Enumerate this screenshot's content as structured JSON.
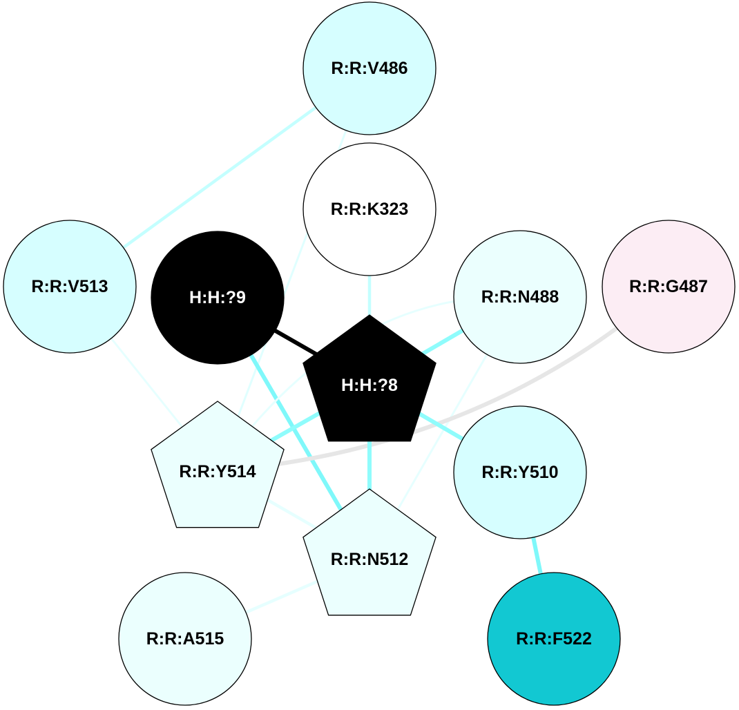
{
  "diagram": {
    "nodes": [
      {
        "id": "V486",
        "label": "R:R:V486",
        "shape": "circle",
        "fill": "#d6feff",
        "text_color": "#000000"
      },
      {
        "id": "K323",
        "label": "R:R:K323",
        "shape": "circle",
        "fill": "#ffffff",
        "text_color": "#000000"
      },
      {
        "id": "V513",
        "label": "R:R:V513",
        "shape": "circle",
        "fill": "#d6feff",
        "text_color": "#000000"
      },
      {
        "id": "H9",
        "label": "H:H:?9",
        "shape": "circle",
        "fill": "#000000",
        "text_color": "#ffffff"
      },
      {
        "id": "N488",
        "label": "R:R:N488",
        "shape": "circle",
        "fill": "#ebfffe",
        "text_color": "#000000"
      },
      {
        "id": "G487",
        "label": "R:R:G487",
        "shape": "circle",
        "fill": "#fcedf4",
        "text_color": "#000000"
      },
      {
        "id": "H8",
        "label": "H:H:?8",
        "shape": "pentagon",
        "fill": "#000000",
        "text_color": "#ffffff"
      },
      {
        "id": "Y514",
        "label": "R:R:Y514",
        "shape": "pentagon",
        "fill": "#ebfffe",
        "text_color": "#000000"
      },
      {
        "id": "Y510",
        "label": "R:R:Y510",
        "shape": "circle",
        "fill": "#d6feff",
        "text_color": "#000000"
      },
      {
        "id": "N512",
        "label": "R:R:N512",
        "shape": "pentagon",
        "fill": "#ebfffe",
        "text_color": "#000000"
      },
      {
        "id": "A515",
        "label": "R:R:A515",
        "shape": "circle",
        "fill": "#ebfffe",
        "text_color": "#000000"
      },
      {
        "id": "F522",
        "label": "R:R:F522",
        "shape": "circle",
        "fill": "#12c8d2",
        "text_color": "#000000"
      }
    ],
    "edges": [
      {
        "from": "V486",
        "to": "V513",
        "color": "#c4ffff",
        "weight": "medium"
      },
      {
        "from": "V486",
        "to": "Y514",
        "color": "#e0ffff",
        "weight": "light"
      },
      {
        "from": "K323",
        "to": "H8",
        "color": "#c4ffff",
        "weight": "medium"
      },
      {
        "from": "V513",
        "to": "Y514",
        "color": "#e6ffff",
        "weight": "light"
      },
      {
        "from": "H9",
        "to": "H8",
        "color": "#000000",
        "weight": "heavy"
      },
      {
        "from": "H9",
        "to": "N512",
        "color": "#7ff8fa",
        "weight": "heavy"
      },
      {
        "from": "N488",
        "to": "H8",
        "color": "#8ffcfc",
        "weight": "heavy"
      },
      {
        "from": "N488",
        "to": "Y514",
        "color": "#e6ffff",
        "weight": "light"
      },
      {
        "from": "N488",
        "to": "N512",
        "color": "#e6ffff",
        "weight": "light"
      },
      {
        "from": "G487",
        "to": "Y514",
        "color": "#e6e6e6",
        "weight": "heavy"
      },
      {
        "from": "H8",
        "to": "Y514",
        "color": "#8ffcfc",
        "weight": "heavy"
      },
      {
        "from": "H8",
        "to": "Y510",
        "color": "#8ffcfc",
        "weight": "heavy"
      },
      {
        "from": "H8",
        "to": "N512",
        "color": "#8ffcfc",
        "weight": "heavy"
      },
      {
        "from": "Y514",
        "to": "N512",
        "color": "#e6ffff",
        "weight": "medium"
      },
      {
        "from": "Y510",
        "to": "F522",
        "color": "#7ff8fa",
        "weight": "heavy"
      },
      {
        "from": "N512",
        "to": "A515",
        "color": "#e6ffff",
        "weight": "medium"
      }
    ]
  }
}
